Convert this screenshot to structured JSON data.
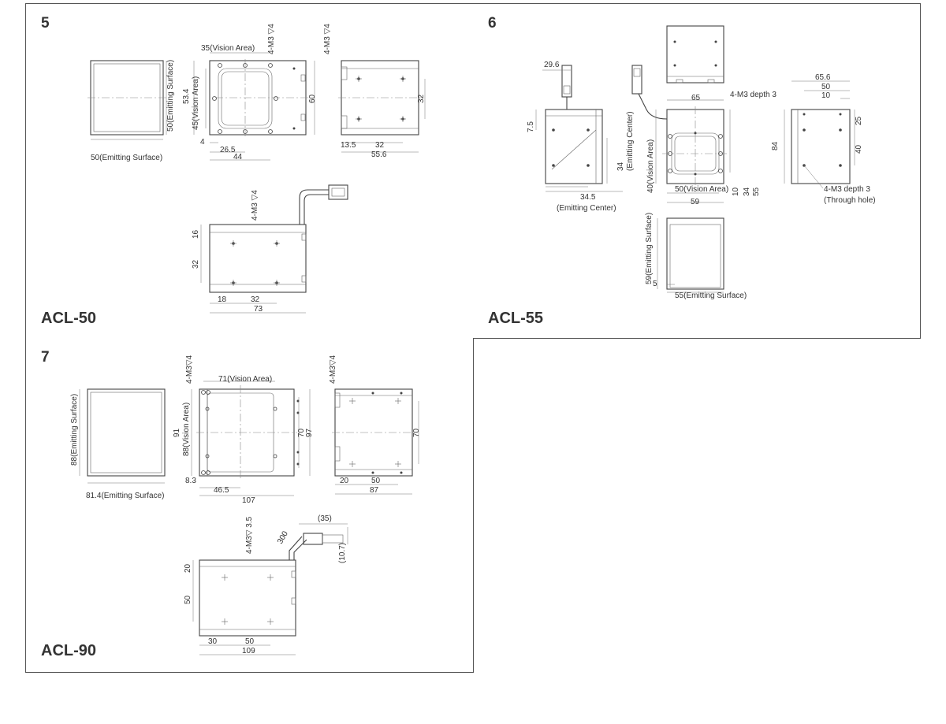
{
  "panels": [
    {
      "number": "5",
      "model": "ACL-50",
      "labels": {
        "emit_h": "50(Emitting Surface)",
        "emit_w": "50(Emitting Surface)",
        "vision_w": "35(Vision Area)",
        "m3_front": "4-M3 ▽4",
        "m3_side": "4-M3 ▽4",
        "d534": "53.4",
        "vision_h": "45(Vision Area)",
        "d60": "60",
        "d4": "4",
        "d265": "26.5",
        "d44": "44",
        "d32_side": "32",
        "d135": "13.5",
        "d32_side_b": "32",
        "d556": "55.6",
        "m3_bottom": "4-M3 ▽4",
        "d16": "16",
        "d32_bottom": "32",
        "d18": "18",
        "d32_bottom_b": "32",
        "d73": "73"
      }
    },
    {
      "number": "6",
      "model": "ACL-55",
      "labels": {
        "d296": "29.6",
        "d75": "7.5",
        "emit_center_v": "(Emitting Center)",
        "d34": "34",
        "d345": "34.5",
        "emit_center_h": "(Emitting Center)",
        "d65": "65",
        "m3_depth": "4-M3 depth 3",
        "vision_h": "40(Vision Area)",
        "vision_w": "50(Vision Area)",
        "d59": "59",
        "d10": "10",
        "d34b": "34",
        "d55": "55",
        "d656": "65.6",
        "d50": "50",
        "d10b": "10",
        "d84": "84",
        "d25": "25",
        "d40": "40",
        "m3_through": "4-M3 depth 3",
        "through_hole": "(Through hole)",
        "emit_h": "59(Emitting Surface)",
        "d5": "5",
        "emit_w": "55(Emitting Surface)"
      }
    },
    {
      "number": "7",
      "model": "ACL-90",
      "labels": {
        "emit_h": "88(Emitting Surface)",
        "emit_w": "81.4(Emitting Surface)",
        "m3_front": "4-M3▽4",
        "vision_w": "71(Vision Area)",
        "d91": "91",
        "vision_h": "88(Vision Area)",
        "d70": "70",
        "d97": "97",
        "d83": "8.3",
        "d465": "46.5",
        "d107": "107",
        "m3_side": "4-M3▽4",
        "d70_side": "70",
        "d20": "20",
        "d50": "50",
        "d87": "87",
        "m3_bottom": "4-M3▽ 3.5",
        "d300": "300",
        "d35": "(35)",
        "d107b": "(10.7)",
        "d20b": "20",
        "d50b": "50",
        "d30": "30",
        "d50c": "50",
        "d109": "109"
      }
    }
  ]
}
